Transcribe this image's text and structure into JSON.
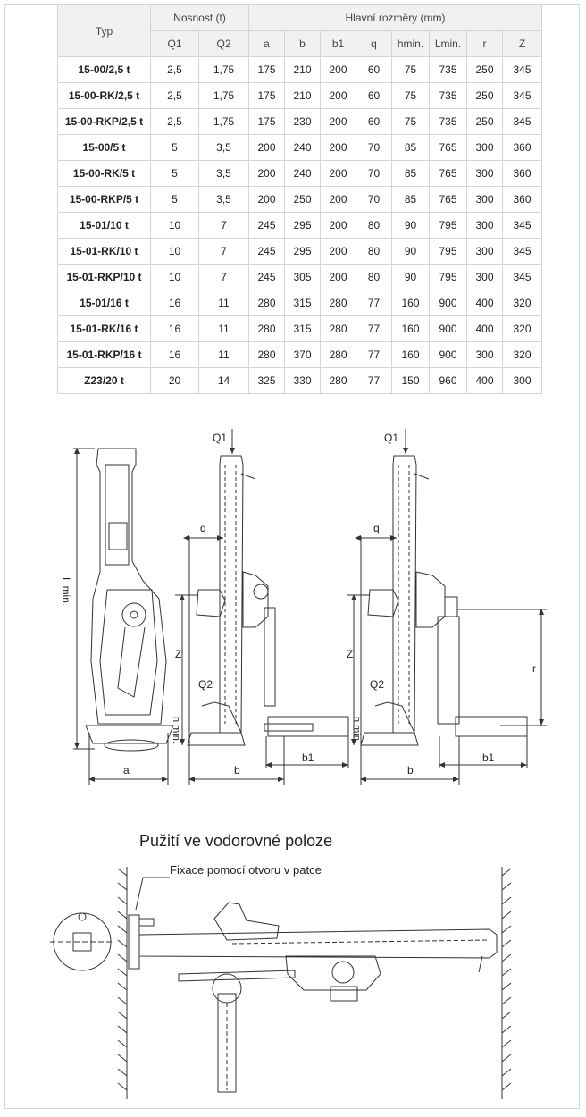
{
  "table": {
    "header": {
      "typ": "Typ",
      "nosnost": "Nosnost (t)",
      "rozmery": "Hlavní rozměry (mm)",
      "cols": [
        "Q1",
        "Q2",
        "a",
        "b",
        "b1",
        "q",
        "hmin.",
        "Lmin.",
        "r",
        "Z"
      ]
    },
    "rows": [
      [
        "15-00/2,5 t",
        "2,5",
        "1,75",
        "175",
        "210",
        "200",
        "60",
        "75",
        "735",
        "250",
        "345"
      ],
      [
        "15-00-RK/2,5 t",
        "2,5",
        "1,75",
        "175",
        "210",
        "200",
        "60",
        "75",
        "735",
        "250",
        "345"
      ],
      [
        "15-00-RKP/2,5 t",
        "2,5",
        "1,75",
        "175",
        "230",
        "200",
        "60",
        "75",
        "735",
        "250",
        "345"
      ],
      [
        "15-00/5 t",
        "5",
        "3,5",
        "200",
        "240",
        "200",
        "70",
        "85",
        "765",
        "300",
        "360"
      ],
      [
        "15-00-RK/5 t",
        "5",
        "3,5",
        "200",
        "240",
        "200",
        "70",
        "85",
        "765",
        "300",
        "360"
      ],
      [
        "15-00-RKP/5 t",
        "5",
        "3,5",
        "200",
        "250",
        "200",
        "70",
        "85",
        "765",
        "300",
        "360"
      ],
      [
        "15-01/10 t",
        "10",
        "7",
        "245",
        "295",
        "200",
        "80",
        "90",
        "795",
        "300",
        "345"
      ],
      [
        "15-01-RK/10 t",
        "10",
        "7",
        "245",
        "295",
        "200",
        "80",
        "90",
        "795",
        "300",
        "345"
      ],
      [
        "15-01-RKP/10 t",
        "10",
        "7",
        "245",
        "305",
        "200",
        "80",
        "90",
        "795",
        "300",
        "345"
      ],
      [
        "15-01/16 t",
        "16",
        "11",
        "280",
        "315",
        "280",
        "77",
        "160",
        "900",
        "400",
        "320"
      ],
      [
        "15-01-RK/16 t",
        "16",
        "11",
        "280",
        "315",
        "280",
        "77",
        "160",
        "900",
        "400",
        "320"
      ],
      [
        "15-01-RKP/16 t",
        "16",
        "11",
        "280",
        "370",
        "280",
        "77",
        "160",
        "900",
        "300",
        "320"
      ],
      [
        "Z23/20 t",
        "20",
        "14",
        "325",
        "330",
        "280",
        "77",
        "150",
        "960",
        "400",
        "300"
      ]
    ]
  },
  "diagram": {
    "labels": {
      "q1": "Q1",
      "q2": "Q2",
      "q": "q",
      "z": "Z",
      "a": "a",
      "b": "b",
      "b1": "b1",
      "r": "r",
      "lmin": "L min.",
      "hmin": "h min."
    },
    "horizontal_title": "Pužití ve vodorovné poloze",
    "fixation_note": "Fixace pomocí otvoru v patce"
  },
  "colors": {
    "line": "#333333",
    "header_bg": "#f1f1f1",
    "border": "#d4d4d4"
  }
}
